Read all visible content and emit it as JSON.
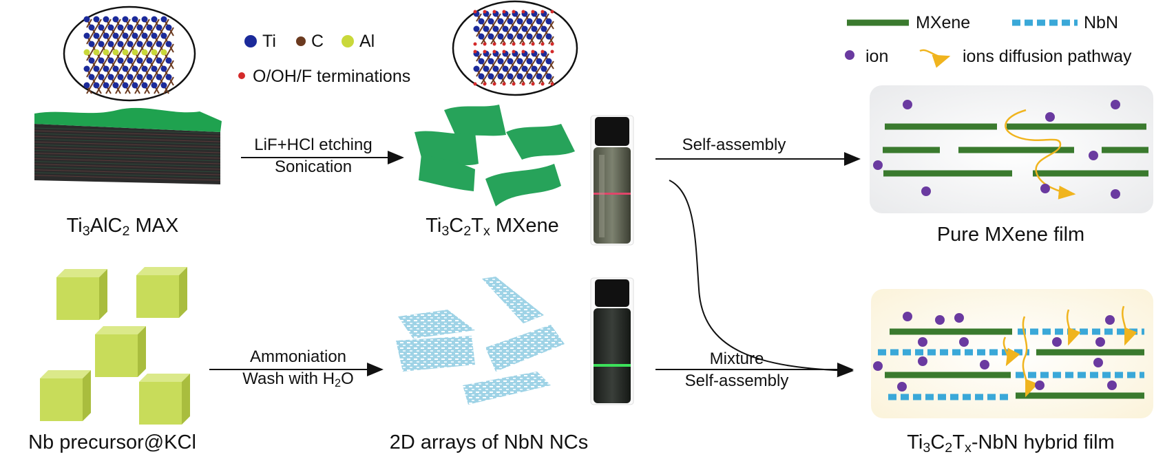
{
  "legend_top": {
    "ti": "Ti",
    "c": "C",
    "al": "Al",
    "terminations": "O/OH/F terminations"
  },
  "legend_right": {
    "mxene": "MXene",
    "nbn": "NbN",
    "ion": "ion",
    "pathway": "ions diffusion pathway"
  },
  "colors": {
    "ti": "#1b2a9a",
    "c": "#6b3a1f",
    "al": "#c9d83a",
    "termination": "#d42a2a",
    "mxene_green": "#2fa85a",
    "mxene_line": "#3a7a2e",
    "nbn": "#3aa8d8",
    "ion": "#6a3aa0",
    "pathway": "#f0b41e",
    "cube": "#c8dc5a"
  },
  "labels": {
    "max_pre": "Ti",
    "max_s1": "3",
    "max_mid": "AlC",
    "max_s2": "2",
    "max_post": " MAX",
    "mx_a": "Ti",
    "mx_s1": "3",
    "mx_b": "C",
    "mx_s2": "2",
    "mx_c": "T",
    "mx_s3": "x",
    "mx_post": " MXene",
    "nb_precursor": "Nb precursor@KCl",
    "nbn_arrays": "2D arrays of NbN NCs",
    "pure_film": "Pure MXene film",
    "hy_a": "Ti",
    "hy_s1": "3",
    "hy_b": "C",
    "hy_s2": "2",
    "hy_c": "T",
    "hy_s3": "x",
    "hy_post": "-NbN hybrid film"
  },
  "arrows": {
    "etch_line1": "LiF+HCl etching",
    "etch_line2": "Sonication",
    "selfassembly": "Self-assembly",
    "ammon_line1": "Ammoniation",
    "wash_pre": "Wash with H",
    "wash_sub": "2",
    "wash_post": "O",
    "mixture_line1": "Mixture",
    "mixture_line2": "Self-assembly"
  }
}
